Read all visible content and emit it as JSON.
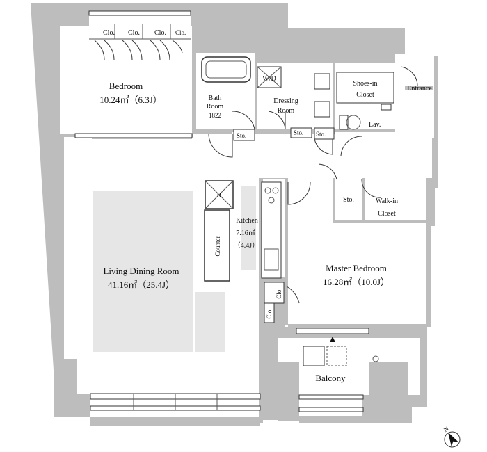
{
  "rooms": {
    "bedroom": {
      "name": "Bedroom",
      "area": "10.24㎡（6.3J）"
    },
    "bath": {
      "name1": "Bath",
      "name2": "Room",
      "size": "1822"
    },
    "wd": "W/D",
    "dressing": {
      "name1": "Dressing",
      "name2": "Room"
    },
    "shoes": {
      "name1": "Shoes-in",
      "name2": "Closet"
    },
    "entrance": "Entrance",
    "lav": "Lav.",
    "sto": "Sto.",
    "kitchen": {
      "name": "Kitchen",
      "area": "7.16㎡",
      "jo": "（4.4J）"
    },
    "counter": "Counter",
    "fridge": "R",
    "walkin": {
      "name1": "Walk-in",
      "name2": "Closet"
    },
    "living": {
      "name": "Living Dining Room",
      "area": "41.16㎡（25.4J）"
    },
    "master": {
      "name": "Master Bedroom",
      "area": "16.28㎡（10.0J）"
    },
    "balcony": "Balcony",
    "clo": "Clo."
  },
  "compass": {
    "label": "N"
  }
}
